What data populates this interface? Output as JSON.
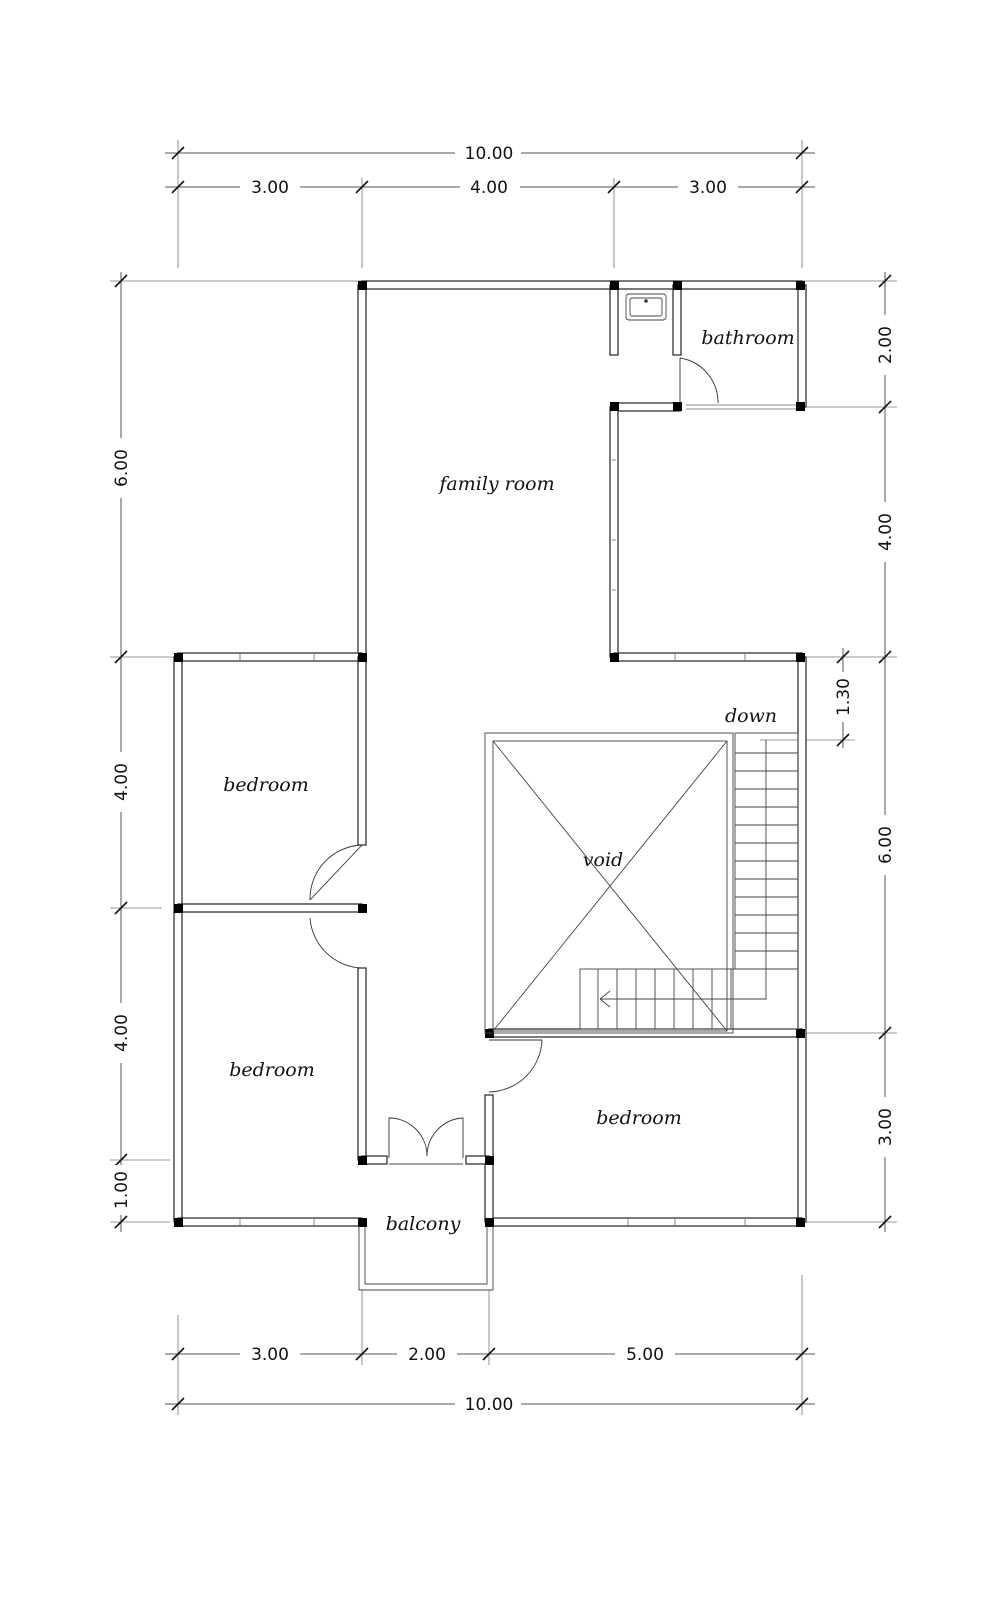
{
  "dimensions": {
    "top_total": "10.00",
    "top_1": "3.00",
    "top_2": "4.00",
    "top_3": "3.00",
    "bottom_total": "10.00",
    "bottom_1": "3.00",
    "bottom_2": "2.00",
    "bottom_3": "5.00",
    "left_1": "6.00",
    "left_2": "4.00",
    "left_3": "4.00",
    "left_4": "1.00",
    "right_1": "2.00",
    "right_2": "4.00",
    "right_3": "1.30",
    "right_4": "6.00",
    "right_5": "3.00"
  },
  "rooms": {
    "family_room": "family room",
    "bathroom": "bathroom",
    "bedroom_top": "bedroom",
    "bedroom_bottom_left": "bedroom",
    "bedroom_bottom_right": "bedroom",
    "void": "void",
    "balcony": "balcony",
    "stair_label": "down"
  },
  "colors": {
    "wall": "#222222",
    "column": "#000000",
    "background": "#ffffff"
  }
}
